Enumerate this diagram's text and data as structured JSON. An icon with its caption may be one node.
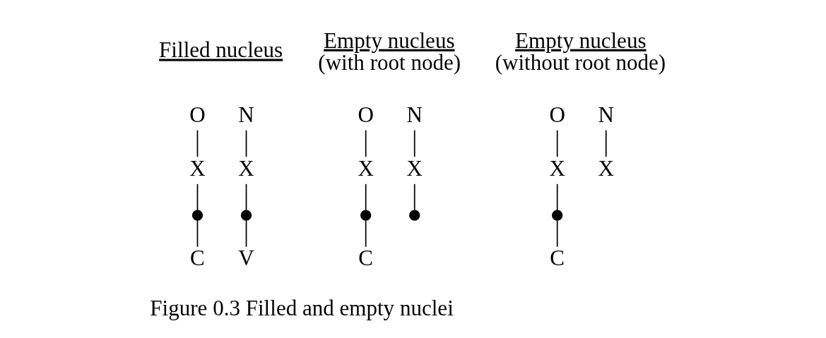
{
  "diagram": {
    "caption": "Figure 0.3 Filled and empty nuclei",
    "nodes": [
      {
        "text": [
          "O"
        ]
      },
      {
        "text": [
          "N"
        ]
      },
      {
        "text": [
          "X"
        ]
      },
      {
        "text": [
          "X"
        ]
      },
      {
        "text": [],
        "shape": "circle"
      },
      {
        "text": [],
        "shape": "circle"
      },
      {
        "text": [
          "C"
        ]
      },
      {
        "text": [
          "V"
        ]
      },
      {
        "text": [
          "O"
        ]
      },
      {
        "text": [
          "N"
        ]
      },
      {
        "text": [
          "X"
        ]
      },
      {
        "text": [
          "X"
        ]
      },
      {
        "text": [],
        "shape": "circle"
      },
      {
        "text": [],
        "shape": "circle"
      },
      {
        "text": [
          "C"
        ]
      },
      {
        "text": [
          "O"
        ]
      },
      {
        "text": [
          "N"
        ]
      },
      {
        "text": [
          "X"
        ]
      },
      {
        "text": [
          "X"
        ]
      },
      {
        "text": [],
        "shape": "circle"
      },
      {
        "text": [
          "C"
        ]
      }
    ],
    "edges": [
      {
        "from": 0,
        "to": 2,
        "arrow": "none"
      },
      {
        "from": 1,
        "to": 3,
        "arrow": "none"
      },
      {
        "from": 2,
        "to": 4,
        "arrow": "none"
      },
      {
        "from": 3,
        "to": 5,
        "arrow": "none"
      },
      {
        "from": 4,
        "to": 6,
        "arrow": "none"
      },
      {
        "from": 5,
        "to": 7,
        "arrow": "none"
      },
      {
        "from": 8,
        "to": 10,
        "arrow": "none"
      },
      {
        "from": 9,
        "to": 11,
        "arrow": "none"
      },
      {
        "from": 10,
        "to": 12,
        "arrow": "none"
      },
      {
        "from": 11,
        "to": 13,
        "arrow": "none"
      },
      {
        "from": 12,
        "to": 14,
        "arrow": "none"
      },
      {
        "from": 15,
        "to": 17,
        "arrow": "none"
      },
      {
        "from": 16,
        "to": 18,
        "arrow": "none"
      },
      {
        "from": 17,
        "to": 19,
        "arrow": "none"
      },
      {
        "from": 19,
        "to": 20,
        "arrow": "none"
      }
    ],
    "labels": [
      "Filled nucleus",
      "Empty nucleus",
      "(with root node)",
      "Empty nucleus",
      "(without root node)"
    ]
  }
}
